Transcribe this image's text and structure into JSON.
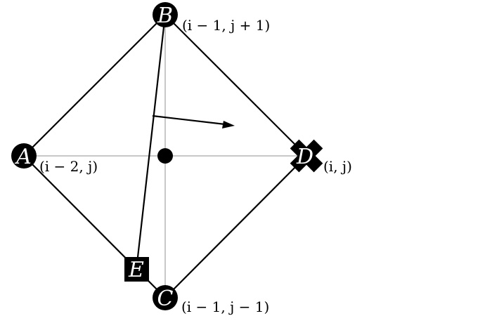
{
  "diagram": {
    "nodes": {
      "A": {
        "letter": "A",
        "coord": "(i − 2, j)",
        "marker": "circle"
      },
      "B": {
        "letter": "B",
        "coord": "(i − 1, j + 1)",
        "marker": "circle"
      },
      "C": {
        "letter": "C",
        "coord": "(i − 1, j − 1)",
        "marker": "circle"
      },
      "D": {
        "letter": "D",
        "coord": "(i, j)",
        "marker": "cross"
      },
      "E": {
        "letter": "E",
        "coord": "",
        "marker": "square"
      }
    },
    "colors": {
      "line": "#000000",
      "axis": "#c8c8c8",
      "marker_fill": "#000000",
      "marker_text": "#ffffff"
    }
  }
}
